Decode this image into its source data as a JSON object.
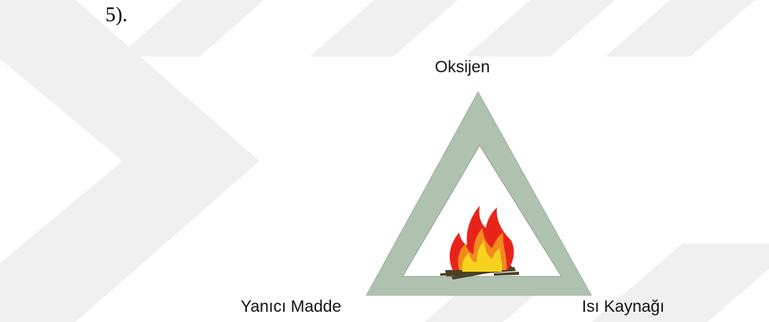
{
  "fragment_text": "5).",
  "diagram": {
    "vertices": {
      "top": "Oksijen",
      "bottom_left": "Yanıcı Madde",
      "bottom_right": "Isı Kaynağı"
    },
    "center_icon": "fire-icon"
  },
  "colors": {
    "triangle_frame": "#afc2b0",
    "triangle_inner_edge": "#8ea391",
    "watermark": "#f0f0f0",
    "flame_red": "#e8231a",
    "flame_orange": "#f28a1e",
    "flame_yellow": "#f6d21e",
    "wood": "#4a4028"
  }
}
